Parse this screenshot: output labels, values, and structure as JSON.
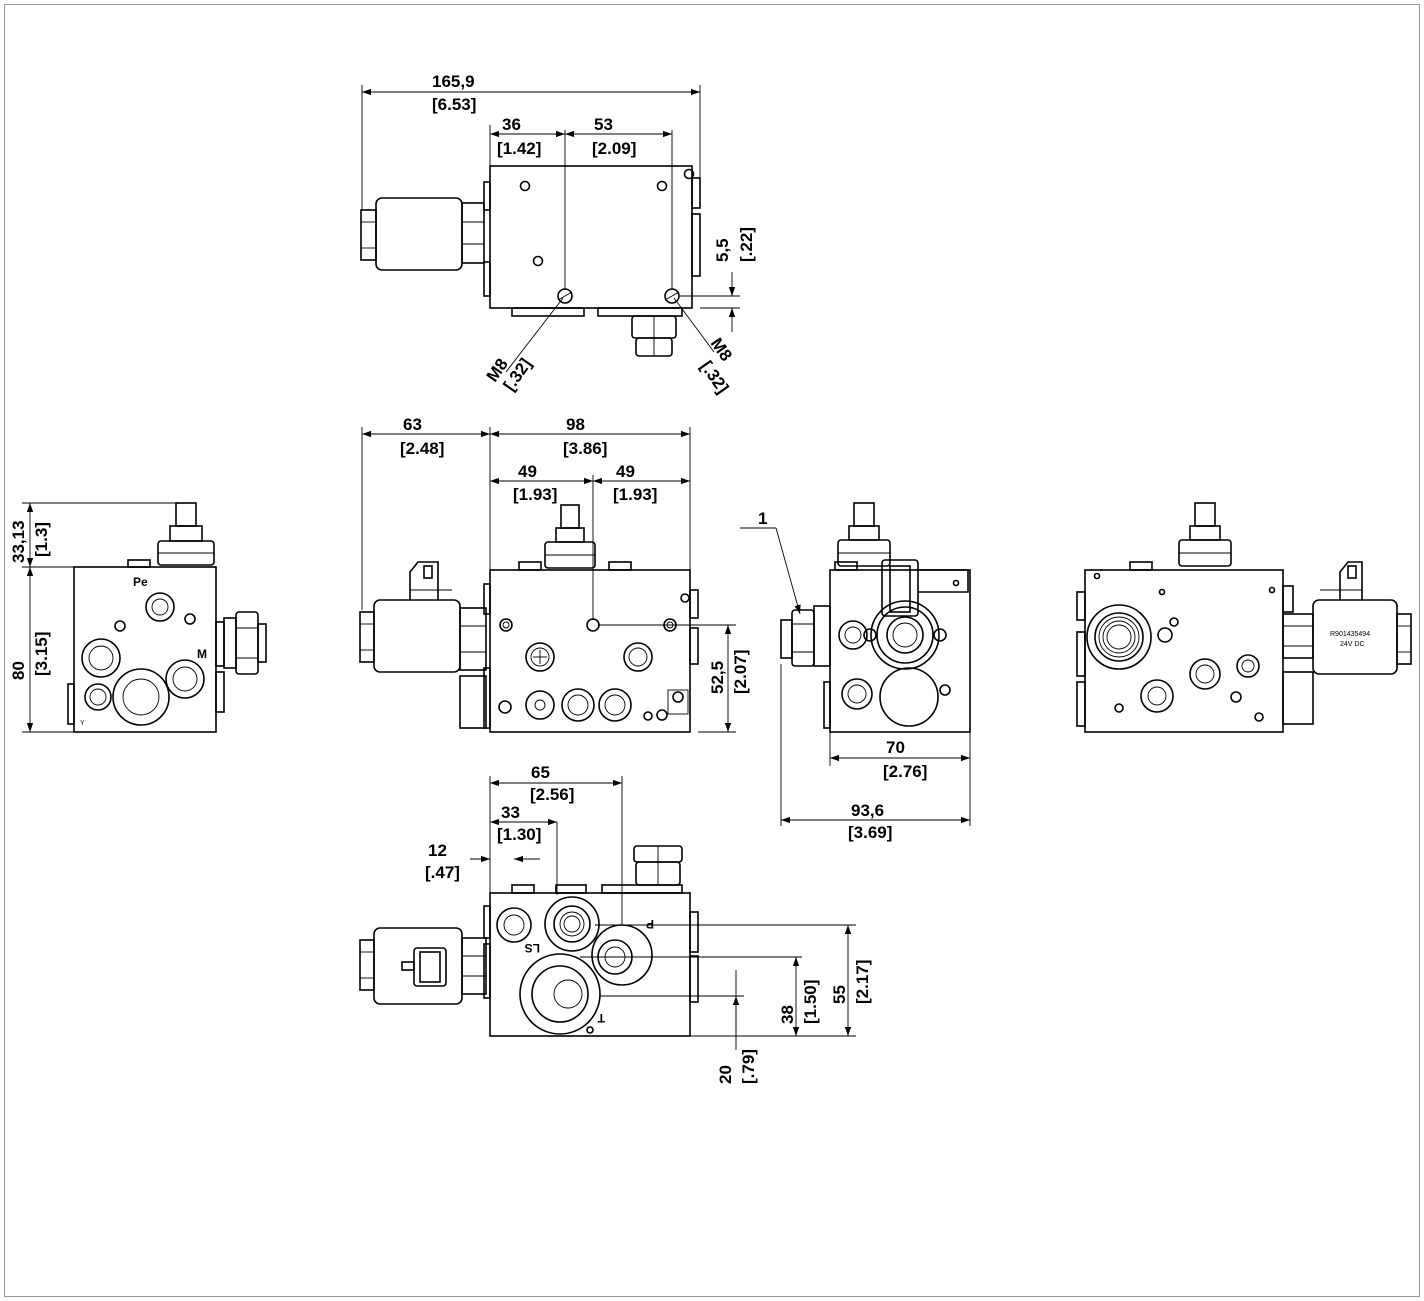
{
  "top_view": {
    "dims": {
      "overall": {
        "value": "165,9",
        "inch": "[6.53]"
      },
      "a": {
        "value": "36",
        "inch": "[1.42]"
      },
      "b": {
        "value": "53",
        "inch": "[2.09]"
      },
      "c": {
        "value": "5,5",
        "inch": "[.22]"
      }
    },
    "thread_left": {
      "value": "M8",
      "inch": "[.32]"
    },
    "thread_right": {
      "value": "M8",
      "inch": "[.32]"
    }
  },
  "front_view": {
    "dims": {
      "left": {
        "value": "63",
        "inch": "[2.48]"
      },
      "width": {
        "value": "98",
        "inch": "[3.86]"
      },
      "half_l": {
        "value": "49",
        "inch": "[1.93]"
      },
      "half_r": {
        "value": "49",
        "inch": "[1.93]"
      },
      "height": {
        "value": "52,5",
        "inch": "[2.07]"
      }
    }
  },
  "left_view": {
    "dims": {
      "top": {
        "value": "33,13",
        "inch": "[1.3]"
      },
      "height": {
        "value": "80",
        "inch": "[3.15]"
      }
    },
    "ports": {
      "pe": "Pe",
      "m": "M",
      "y": "Y"
    }
  },
  "right_view": {
    "callout": "1",
    "dims": {
      "width": {
        "value": "70",
        "inch": "[2.76]"
      },
      "overall": {
        "value": "93,6",
        "inch": "[3.69]"
      }
    }
  },
  "rear_view": {
    "coil_label_1": "R901435494",
    "coil_label_2": "24V  DC"
  },
  "bottom_view": {
    "dims": {
      "a": {
        "value": "65",
        "inch": "[2.56]"
      },
      "b": {
        "value": "33",
        "inch": "[1.30]"
      },
      "c": {
        "value": "12",
        "inch": "[.47]"
      },
      "d": {
        "value": "20",
        "inch": "[.79]"
      },
      "e": {
        "value": "38",
        "inch": "[1.50]"
      },
      "f": {
        "value": "55",
        "inch": "[2.17]"
      }
    },
    "ports": {
      "p": "P",
      "ls": "LS",
      "t": "T"
    }
  }
}
